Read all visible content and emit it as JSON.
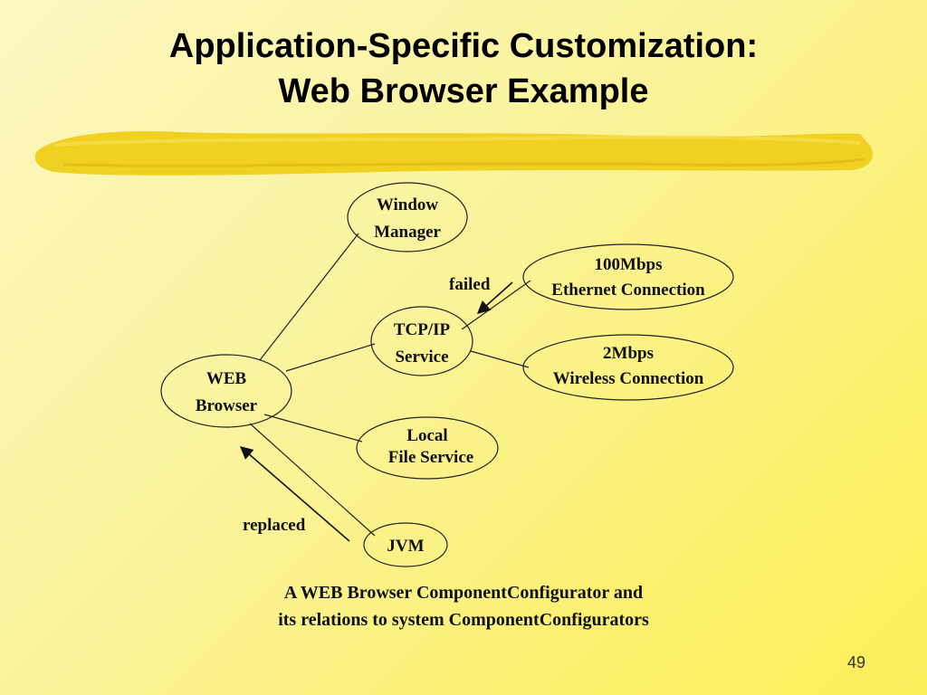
{
  "slide": {
    "title_line1": "Application-Specific Customization:",
    "title_line2": "Web Browser Example",
    "page_number": "49"
  },
  "diagram": {
    "nodes": {
      "window_manager": [
        "Window",
        "Manager"
      ],
      "tcp_ip": [
        "TCP/IP",
        "Service"
      ],
      "ethernet": [
        "100Mbps",
        "Ethernet Connection"
      ],
      "wireless": [
        "2Mbps",
        "Wireless Connection"
      ],
      "web_browser": [
        "WEB",
        "Browser"
      ],
      "local_file": [
        "Local",
        "File Service"
      ],
      "jvm": [
        "JVM"
      ]
    },
    "edge_labels": {
      "failed": "failed",
      "replaced": "replaced"
    },
    "caption_line1": "A WEB Browser ComponentConfigurator and",
    "caption_line2": "its relations to system ComponentConfigurators"
  },
  "colors": {
    "background_light": "#fbf7c0",
    "background_dark": "#fcee5a",
    "brush_stroke": "#f0d020",
    "ink": "#111111"
  }
}
